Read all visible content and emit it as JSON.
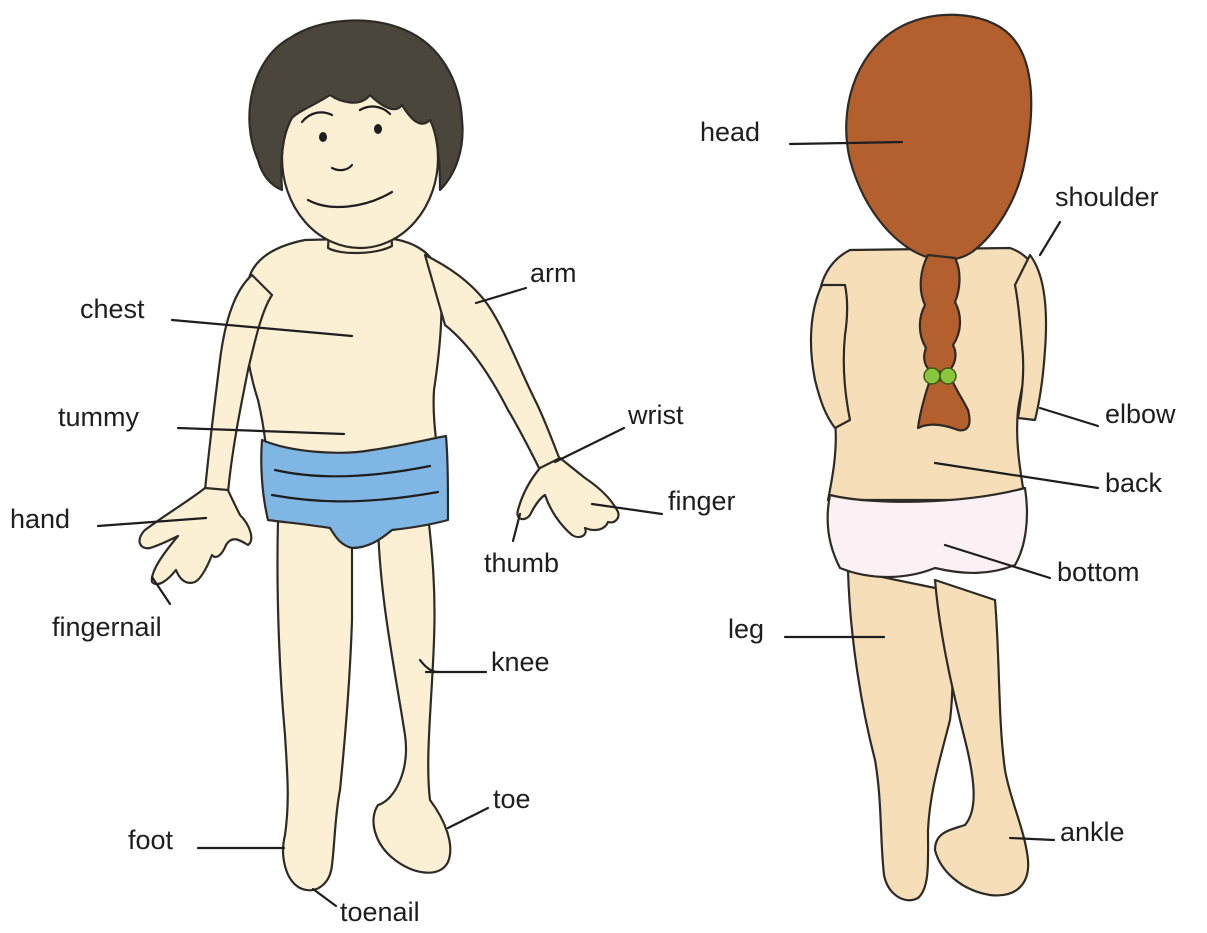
{
  "colors": {
    "skin": "#fbf0d4",
    "skin_back": "#f6dfb8",
    "hair_boy": "#4a463c",
    "hair_girl": "#b4602e",
    "shorts_blue": "#7fb6e3",
    "underwear": "#fbf1f4",
    "bobble": "#8cc63f",
    "line": "#1e1e1e"
  },
  "front_figure": {
    "labels": {
      "chest": "chest",
      "arm": "arm",
      "tummy": "tummy",
      "wrist": "wrist",
      "hand": "hand",
      "finger": "finger",
      "thumb": "thumb",
      "fingernail": "fingernail",
      "knee": "knee",
      "toe": "toe",
      "foot": "foot",
      "toenail": "toenail"
    }
  },
  "back_figure": {
    "labels": {
      "head": "head",
      "shoulder": "shoulder",
      "elbow": "elbow",
      "back": "back",
      "bottom": "bottom",
      "leg": "leg",
      "ankle": "ankle"
    }
  }
}
